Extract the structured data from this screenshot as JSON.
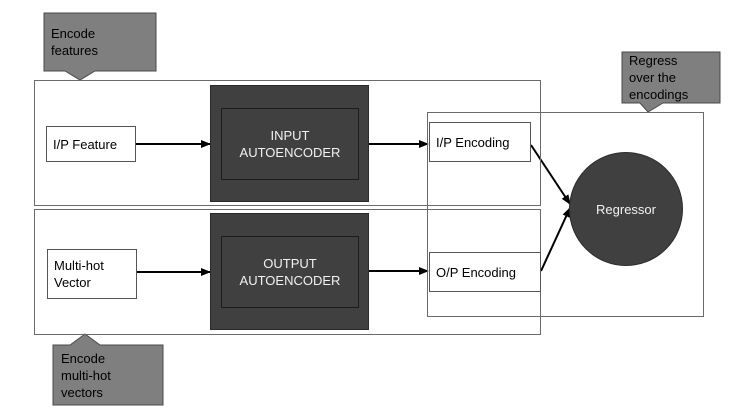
{
  "callouts": {
    "encode_features": "Encode\nfeatures",
    "regress_over": "Regress\nover the\nencodings",
    "encode_multihot": "Encode\nmulti-hot\nvectors"
  },
  "inputs": {
    "ip_feature": "I/P Feature",
    "multihot_vector": "Multi-hot\nVector"
  },
  "encoders": {
    "input": "INPUT\nAUTOENCODER",
    "output": "OUTPUT\nAUTOENCODER"
  },
  "encodings": {
    "ip_encoding": "I/P Encoding",
    "op_encoding": "O/P Encoding"
  },
  "regressor": "Regressor"
}
